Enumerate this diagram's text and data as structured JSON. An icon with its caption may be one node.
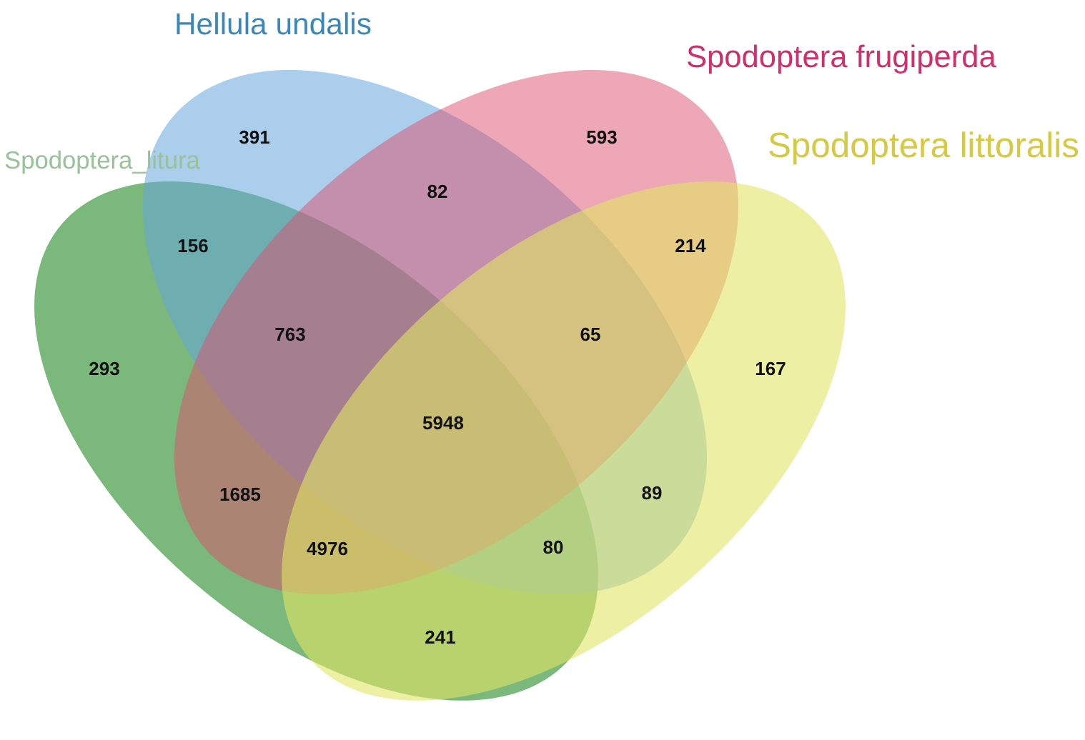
{
  "diagram": {
    "nodes": [
      {
        "text": [
          "Hellula undalis"
        ]
      },
      {
        "text": [
          "Spodoptera frugiperda"
        ]
      },
      {
        "text": [
          "Spodoptera littoralis"
        ]
      },
      {
        "text": [
          "Spodoptera_litura"
        ]
      }
    ],
    "labels": [
      "391",
      "593",
      "82",
      "156",
      "214",
      "763",
      "65",
      "293",
      "167",
      "5948",
      "1685",
      "89",
      "4976",
      "80",
      "241"
    ]
  }
}
